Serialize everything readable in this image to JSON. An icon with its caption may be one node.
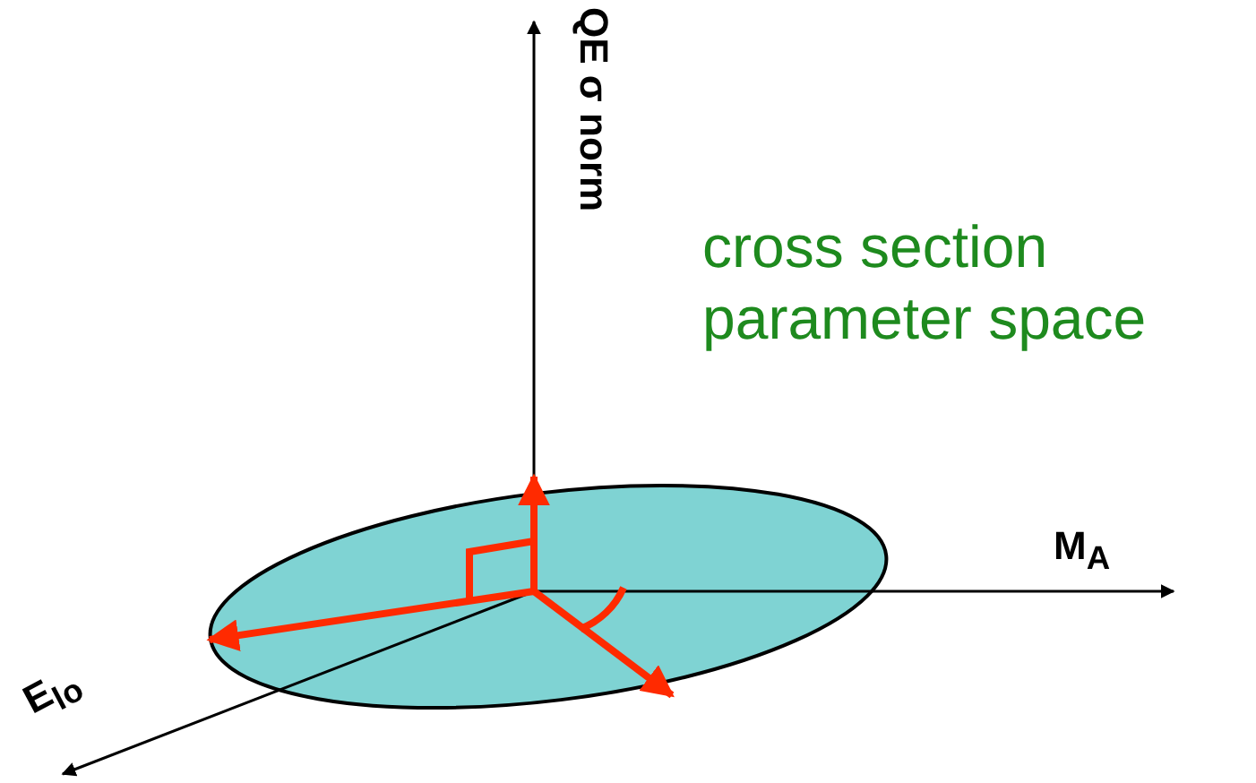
{
  "diagram": {
    "labels": [
      "QE σ norm",
      "cross section parameter space",
      "M$_{A}$",
      "E$_{lo}$"
    ]
  }
}
